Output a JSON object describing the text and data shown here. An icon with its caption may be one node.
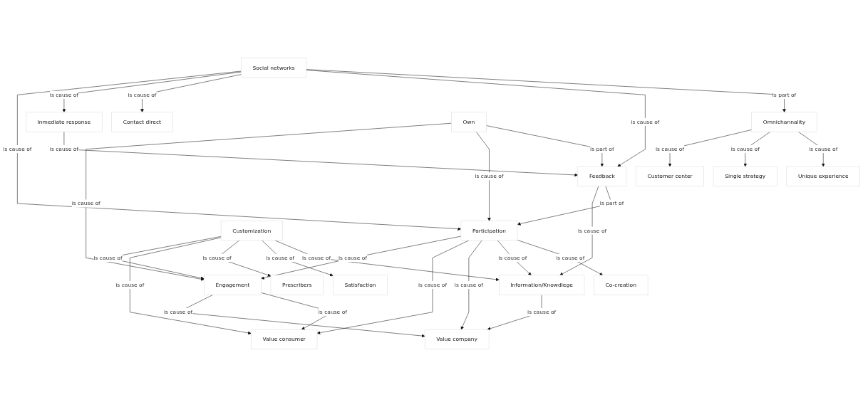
{
  "diagram": {
    "nodes": [
      {
        "text": [
          "Single strategy"
        ]
      },
      {
        "text": [
          "Unique experience"
        ]
      },
      {
        "text": [
          "Customer center"
        ]
      },
      {
        "text": [
          "Omnichannality"
        ]
      },
      {
        "text": [
          "Social networks"
        ]
      },
      {
        "text": [
          "Co-creation"
        ]
      },
      {
        "text": [
          "Feedback"
        ]
      },
      {
        "text": [
          "Information/Knowdlege"
        ]
      },
      {
        "text": [
          "Contact direct"
        ]
      },
      {
        "text": [
          "Inmediate response"
        ]
      },
      {
        "text": [
          "Participation"
        ]
      },
      {
        "text": [
          "Satisfaction"
        ]
      },
      {
        "text": [
          "Value company"
        ]
      },
      {
        "text": [
          "Value consumer"
        ]
      },
      {
        "text": [
          "Prescribers"
        ]
      },
      {
        "text": [
          "Customization"
        ]
      },
      {
        "text": [
          "Own"
        ]
      },
      {
        "text": [
          "Engagement"
        ]
      }
    ],
    "edges": [
      {
        "from": 3,
        "to": 1,
        "arrow": "to",
        "label": "is cause of"
      },
      {
        "from": 3,
        "to": 0,
        "arrow": "to",
        "label": "is cause of"
      },
      {
        "from": 3,
        "to": 2,
        "arrow": "to",
        "label": "is cause of"
      },
      {
        "from": 4,
        "to": 3,
        "arrow": "to",
        "label": "is part of"
      },
      {
        "from": 4,
        "to": 6,
        "arrow": "to",
        "label": "is cause of"
      },
      {
        "from": 4,
        "to": 8,
        "arrow": "to",
        "label": "is cause of"
      },
      {
        "from": 4,
        "to": 9,
        "arrow": "to",
        "label": "is cause of"
      },
      {
        "from": 4,
        "to": 10,
        "arrow": "to",
        "label": "is cause of"
      },
      {
        "from": 9,
        "to": 6,
        "arrow": "to",
        "label": "is cause of"
      },
      {
        "from": 16,
        "to": 6,
        "arrow": "to",
        "label": "is part of"
      },
      {
        "from": 16,
        "to": 10,
        "arrow": "to",
        "label": "is cause of"
      },
      {
        "from": 16,
        "to": 17,
        "arrow": "to",
        "label": "is cause of"
      },
      {
        "from": 6,
        "to": 10,
        "arrow": "to",
        "label": "is part of"
      },
      {
        "from": 6,
        "to": 7,
        "arrow": "to",
        "label": "is cause of"
      },
      {
        "from": 10,
        "to": 5,
        "arrow": "to",
        "label": "is cause of"
      },
      {
        "from": 10,
        "to": 7,
        "arrow": "to",
        "label": "is cause of"
      },
      {
        "from": 10,
        "to": 12,
        "arrow": "to",
        "label": "is cause of"
      },
      {
        "from": 10,
        "to": 13,
        "arrow": "to",
        "label": "is cause of"
      },
      {
        "from": 10,
        "to": 17,
        "arrow": "to",
        "label": "is cause of"
      },
      {
        "from": 7,
        "to": 12,
        "arrow": "to",
        "label": "is cause of"
      },
      {
        "from": 15,
        "to": 7,
        "arrow": "to",
        "label": "is cause of"
      },
      {
        "from": 15,
        "to": 11,
        "arrow": "to",
        "label": "is cause of"
      },
      {
        "from": 15,
        "to": 14,
        "arrow": "to",
        "label": "is cause of"
      },
      {
        "from": 15,
        "to": 13,
        "arrow": "to",
        "label": "is cause of"
      },
      {
        "from": 15,
        "to": 17,
        "arrow": "to",
        "label": "is cause of"
      },
      {
        "from": 17,
        "to": 13,
        "arrow": "to",
        "label": "is cause of"
      },
      {
        "from": 17,
        "to": 12,
        "arrow": "to",
        "label": "is cause of"
      }
    ]
  }
}
